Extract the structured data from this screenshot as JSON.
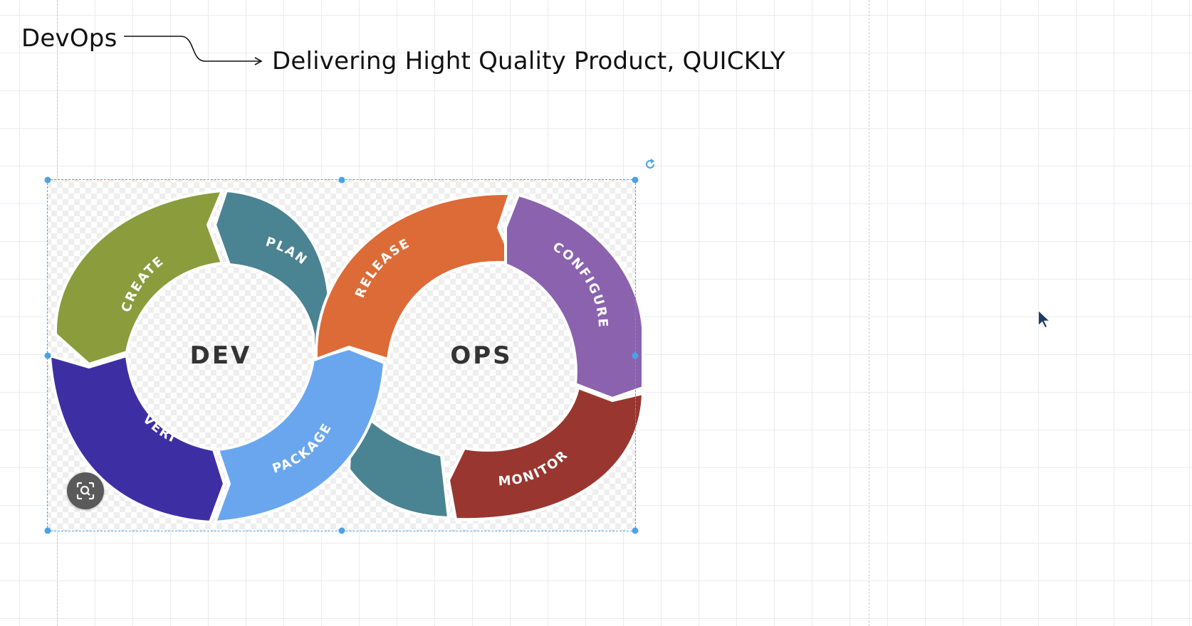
{
  "canvas": {
    "title": "DevOps",
    "tagline": "Delivering Hight Quality Product, QUICKLY"
  },
  "diagram": {
    "left_loop_label": "DEV",
    "right_loop_label": "OPS",
    "stages": {
      "create": "CREATE",
      "plan": "PLAN",
      "verify": "VERIFY",
      "package": "PACKAGE",
      "release": "RELEASE",
      "configure": "CONFIGURE",
      "monitor": "MONITOR"
    },
    "colors": {
      "create": "#8a9c3c",
      "plan": "#4a8391",
      "verify": "#3d2fa3",
      "package": "#69a6ee",
      "release": "#dc6b37",
      "configure": "#8a62ae",
      "monitor": "#98362f",
      "crossover": "#4a8391"
    }
  },
  "selection": {
    "accent": "#4aa3e6"
  },
  "icons": {
    "rotate": "rotate-icon",
    "visual_search": "visual-search-icon",
    "cursor": "mouse-pointer-icon"
  }
}
